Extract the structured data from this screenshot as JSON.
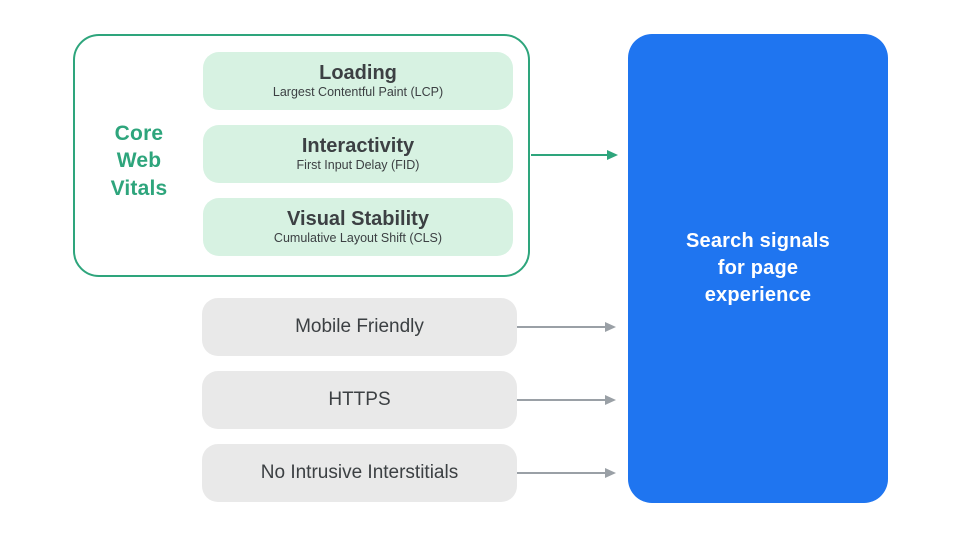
{
  "theme": {
    "background": "#ffffff",
    "green": "#2ea57c",
    "green_fill": "#d7f2e2",
    "gray_fill": "#e9e9e9",
    "gray_arrow": "#9aa0a6",
    "blue": "#1f75f0",
    "dark_text": "#3c4043",
    "white_text": "#ffffff"
  },
  "core_web_vitals": {
    "label": "Core\nWeb\nVitals",
    "items": [
      {
        "title": "Loading",
        "subtitle": "Largest Contentful Paint (LCP)"
      },
      {
        "title": "Interactivity",
        "subtitle": "First Input Delay (FID)"
      },
      {
        "title": "Visual Stability",
        "subtitle": "Cumulative Layout Shift (CLS)"
      }
    ]
  },
  "other_signals": [
    {
      "label": "Mobile Friendly"
    },
    {
      "label": "HTTPS"
    },
    {
      "label": "No Intrusive Interstitials"
    }
  ],
  "result": {
    "label": "Search signals\nfor page\nexperience"
  }
}
